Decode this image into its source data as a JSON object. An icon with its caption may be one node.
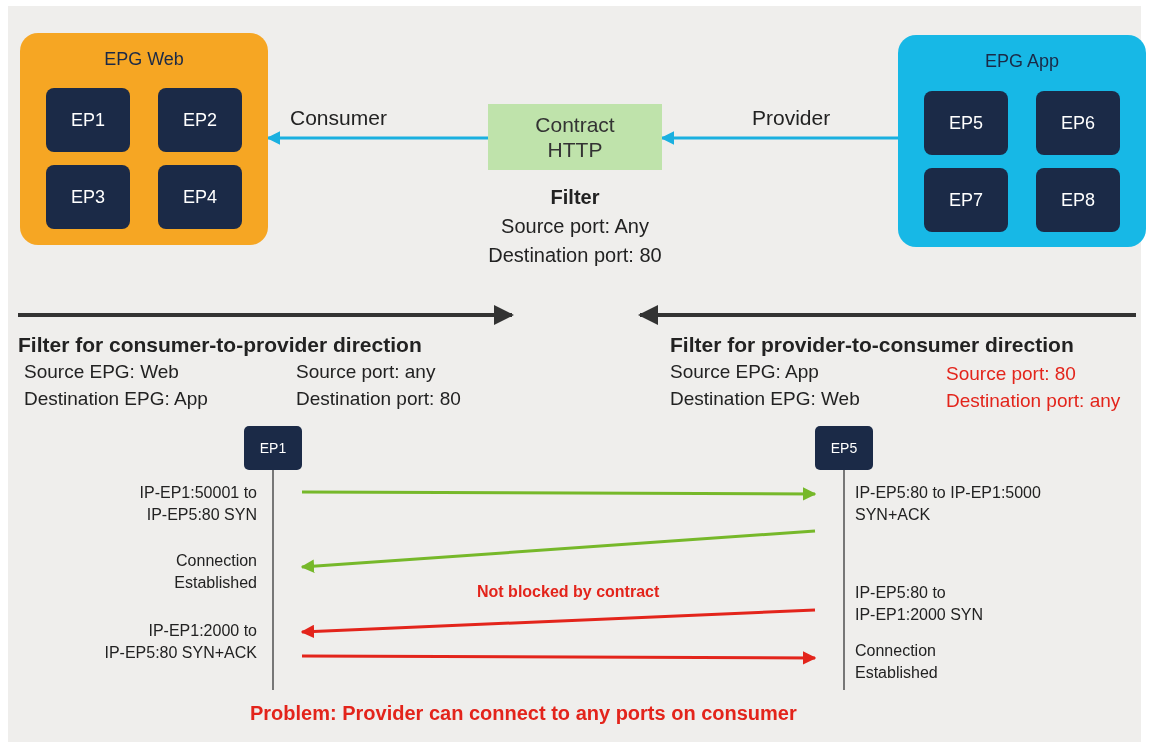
{
  "diagram": {
    "nodes": [
      {
        "text": [
          "EPG Web"
        ]
      },
      {
        "text": [
          "EP1"
        ],
        "in": 0
      },
      {
        "text": [
          "EP2"
        ],
        "in": 0
      },
      {
        "text": [
          "EP3"
        ],
        "in": 0
      },
      {
        "text": [
          "EP4"
        ],
        "in": 0
      },
      {
        "text": [
          "Contract HTTP"
        ],
        "beside": [
          "Filter",
          "Source port: Any",
          "Destination port: 80"
        ]
      },
      {
        "text": [
          "EPG App"
        ]
      },
      {
        "text": [
          "EP5"
        ],
        "in": 6
      },
      {
        "text": [
          "EP6"
        ],
        "in": 6
      },
      {
        "text": [
          "EP7"
        ],
        "in": 6
      },
      {
        "text": [
          "EP8"
        ],
        "in": 6
      },
      {
        "text": [
          "EP1"
        ]
      },
      {
        "text": [
          "EP5"
        ]
      }
    ],
    "edges": [
      {
        "from": 5,
        "to": 0,
        "arrow": "to",
        "label": "Consumer",
        "color": "#1ab0e0"
      },
      {
        "from": 6,
        "to": 5,
        "arrow": "to",
        "label": "Provider",
        "color": "#1ab0e0"
      },
      {
        "from": 11,
        "to": 12,
        "arrow": "to",
        "label": "IP-EP1:50001 to IP-EP5:80 SYN",
        "color": "#76b82a"
      },
      {
        "from": 12,
        "to": 11,
        "arrow": "to",
        "label": "IP-EP5:80 to IP-EP1:5000 SYN+ACK",
        "color": "#76b82a"
      },
      {
        "from": 12,
        "to": 11,
        "arrow": "to",
        "label": "IP-EP5:80 to IP-EP1:2000 SYN",
        "color": "#e3241b"
      },
      {
        "from": 11,
        "to": 12,
        "arrow": "to",
        "label": "IP-EP1:2000 to IP-EP5:80 SYN+ACK",
        "color": "#e3241b"
      }
    ],
    "labels": [
      "Filter for consumer-to-provider direction",
      "Source EPG: Web",
      "Destination EPG: App",
      "Source port: any",
      "Destination port: 80",
      "Filter for provider-to-consumer direction",
      "Source EPG: App",
      "Destination EPG: Web",
      "Source port: 80",
      "Destination port: any",
      "Connection Established",
      "Not blocked by contract",
      "Connection Established",
      "Problem: Provider can connect to any ports on consumer"
    ]
  }
}
